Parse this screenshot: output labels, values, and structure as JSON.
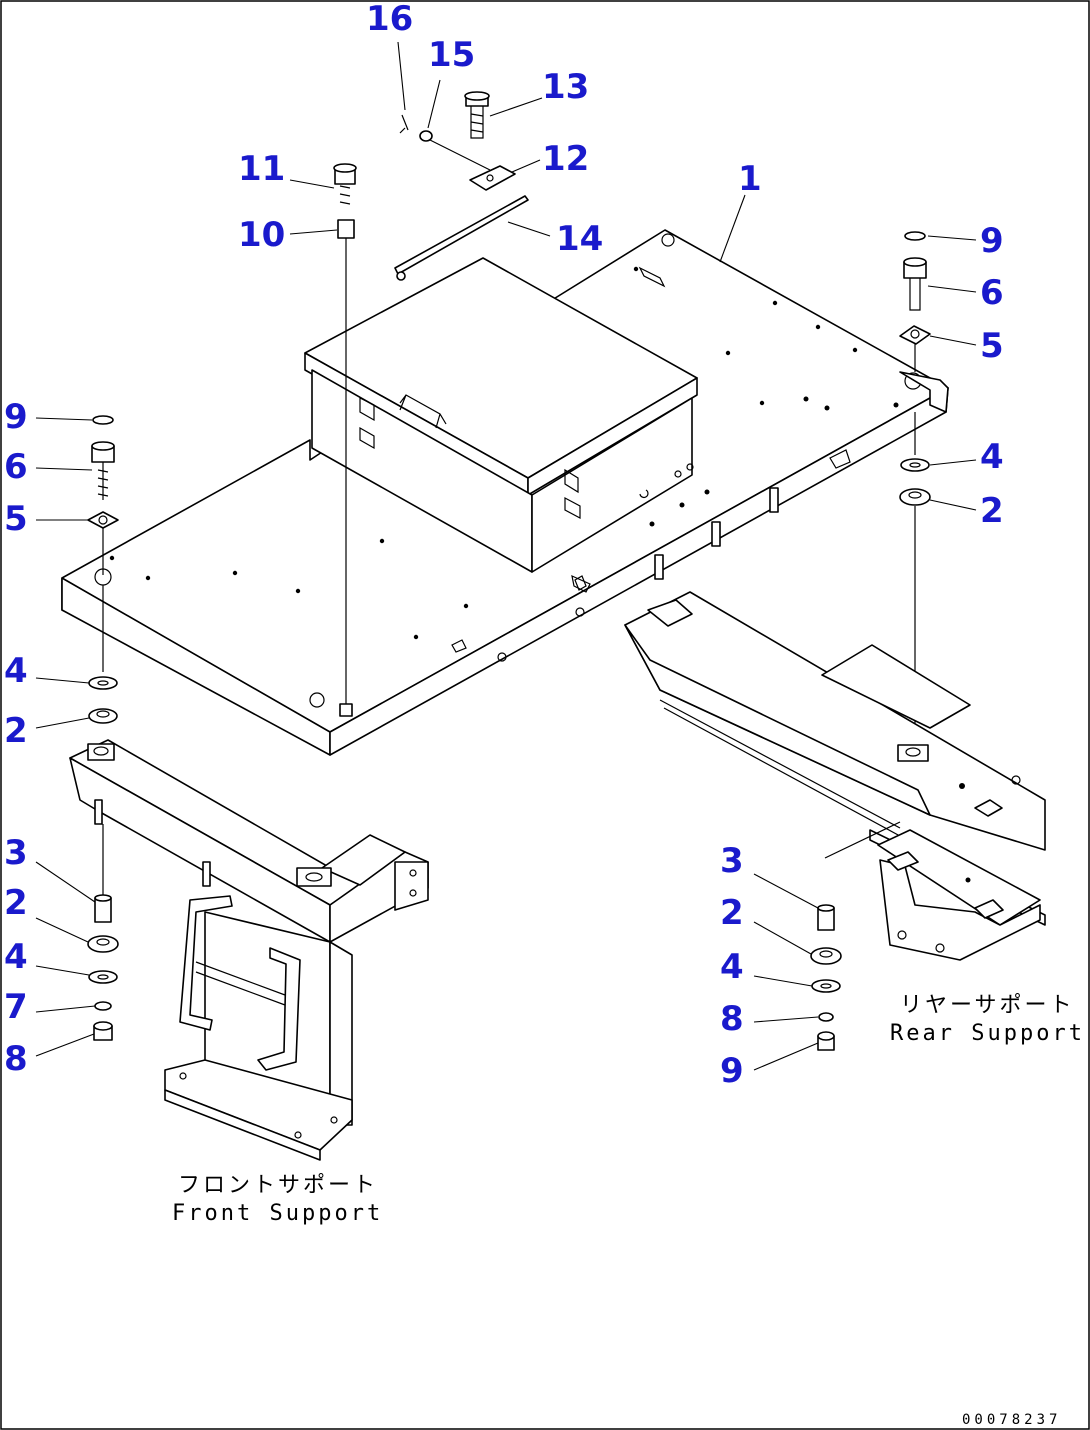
{
  "callouts": {
    "c1": "1",
    "c2a": "2",
    "c2b": "2",
    "c2c": "2",
    "c2d": "2",
    "c3a": "3",
    "c3b": "3",
    "c4a": "4",
    "c4b": "4",
    "c4c": "4",
    "c4d": "4",
    "c5a": "5",
    "c5b": "5",
    "c6a": "6",
    "c6b": "6",
    "c7": "7",
    "c8a": "8",
    "c8b": "8",
    "c9a": "9",
    "c9b": "9",
    "c9c": "9",
    "c10": "10",
    "c11": "11",
    "c12": "12",
    "c13": "13",
    "c14": "14",
    "c15": "15",
    "c16": "16"
  },
  "captions": {
    "rear_jp": "リヤーサポート",
    "rear_en": "Rear Support",
    "front_jp": "フロントサポート",
    "front_en": "Front Support"
  },
  "drawing_code": "00078237",
  "colors": {
    "callout": "#1a1acc",
    "line": "#000000",
    "background": "#ffffff"
  }
}
